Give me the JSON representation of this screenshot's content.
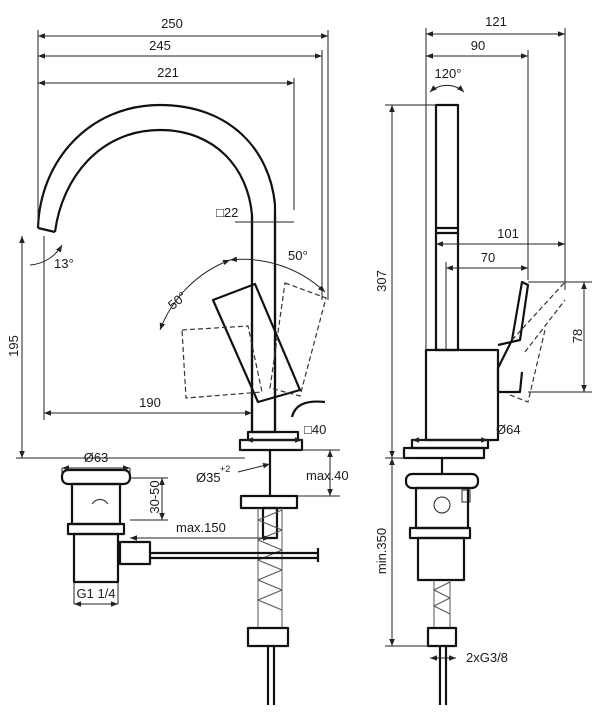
{
  "drawing": {
    "labels": {
      "w250": "250",
      "w245": "245",
      "w221": "221",
      "sq22": "□22",
      "ang13": "13°",
      "ang50a": "50°",
      "ang50b": "50°",
      "h195": "195",
      "w190": "190",
      "sq40": "□40",
      "dia35": "Ø35",
      "dia35tol": "+2",
      "max40": "max.40",
      "dia63": "Ø63",
      "h3050": "30-50",
      "max150": "max.150",
      "g114": "G1 1/4",
      "w121": "121",
      "w90": "90",
      "ang120": "120°",
      "h307": "307",
      "w101": "101",
      "w70": "70",
      "h78": "78",
      "dia64": "Ø64",
      "min350": "min.350",
      "g38": "2xG3/8"
    }
  }
}
